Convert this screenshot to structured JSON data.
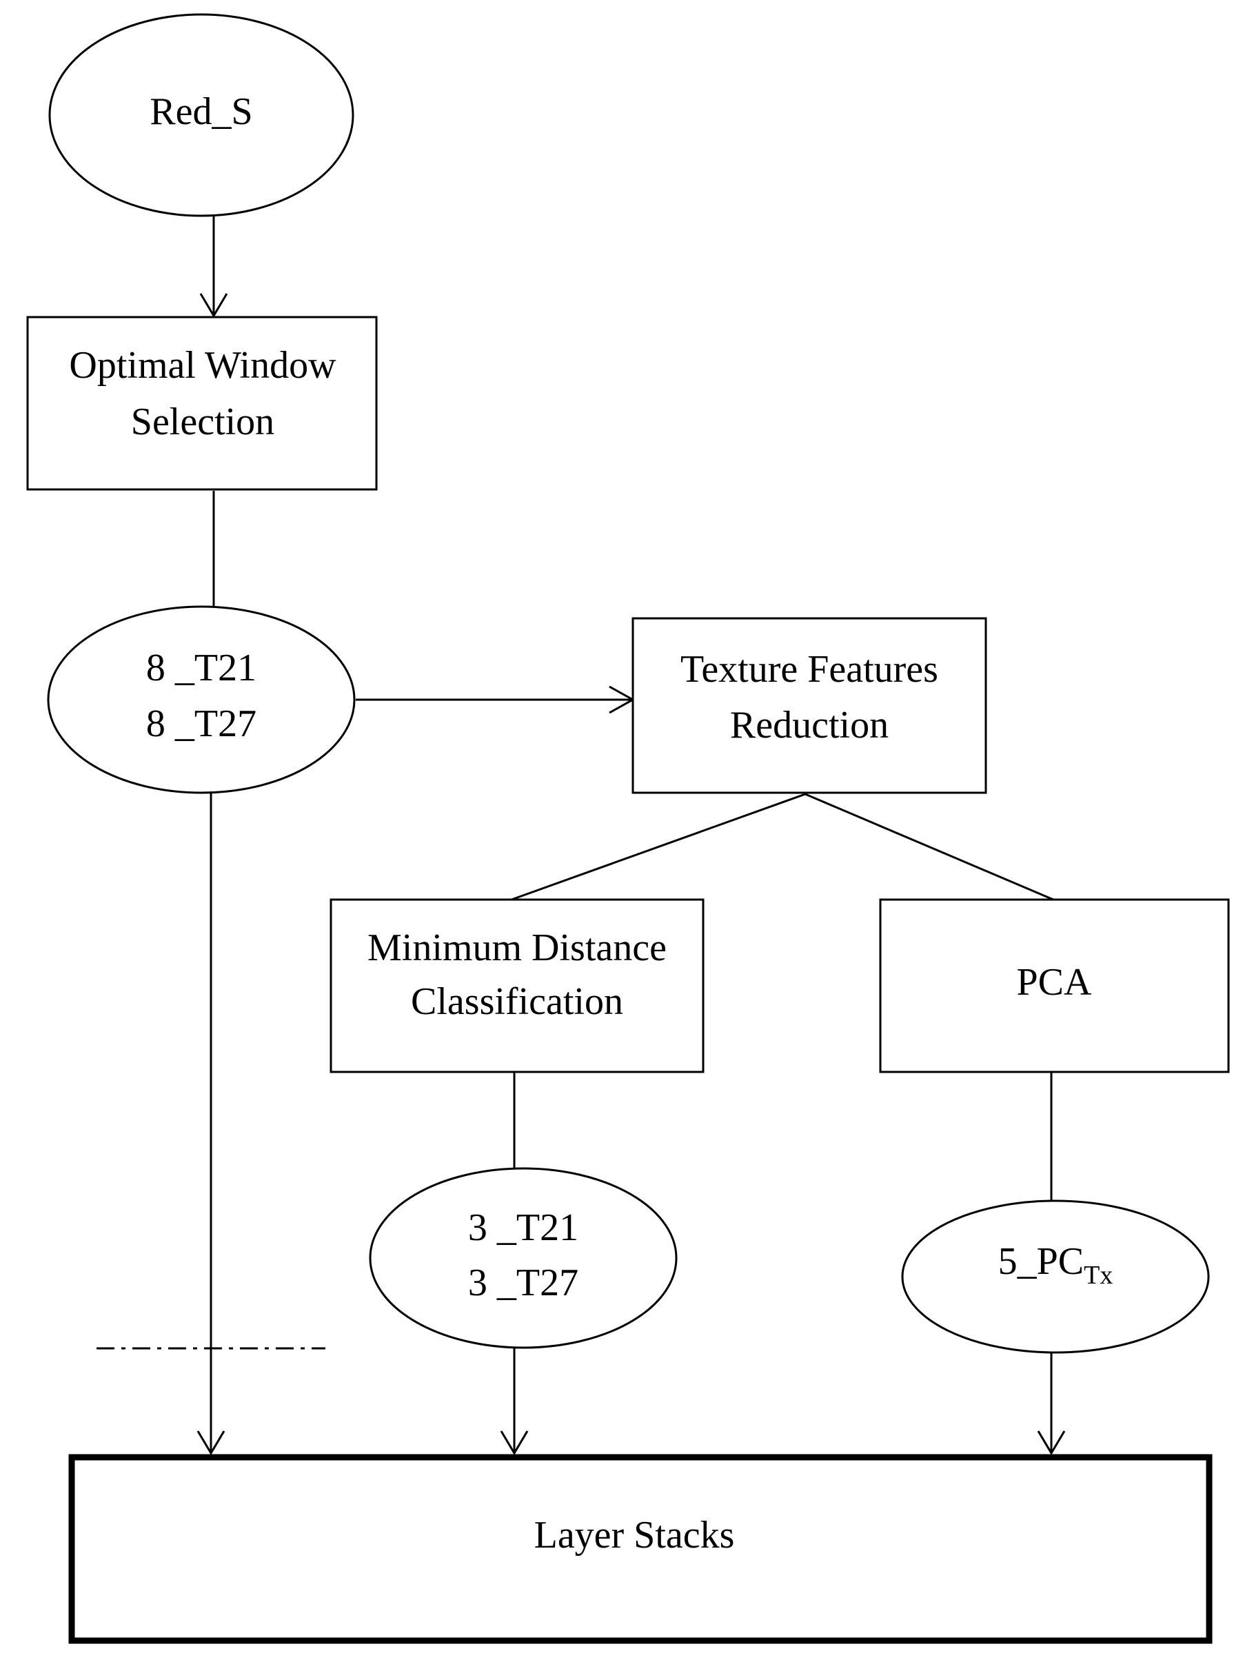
{
  "colors": {
    "background": "#ffffff",
    "stroke": "#000000",
    "text": "#000000"
  },
  "nodes": {
    "red_s": {
      "shape": "ellipse",
      "label": "Red_S"
    },
    "optimal_window": {
      "shape": "rectangle",
      "line1": "Optimal Window",
      "line2": "Selection"
    },
    "t_8": {
      "shape": "ellipse",
      "line1": "8 _T21",
      "line2": "8 _T27"
    },
    "texture_reduction": {
      "shape": "rectangle",
      "line1": "Texture Features",
      "line2": "Reduction"
    },
    "min_distance": {
      "shape": "rectangle",
      "line1": "Minimum Distance",
      "line2": "Classification"
    },
    "pca": {
      "shape": "rectangle",
      "label": "PCA"
    },
    "t_3": {
      "shape": "ellipse",
      "line1": "3 _T21",
      "line2": "3 _T27"
    },
    "pc_tx": {
      "shape": "ellipse",
      "base": "5_PC",
      "subscript": "Tx"
    },
    "layer_stacks": {
      "shape": "rectangle",
      "label": "Layer Stacks"
    }
  },
  "edges": [
    {
      "from": "Red_S",
      "to": "Optimal Window Selection",
      "arrow": true
    },
    {
      "from": "Optimal Window Selection",
      "to": "8 _T21 / 8 _T27",
      "arrow": false
    },
    {
      "from": "8 _T21 / 8 _T27",
      "to": "Texture Features Reduction",
      "arrow": true
    },
    {
      "from": "Texture Features Reduction",
      "to": "Minimum Distance Classification",
      "arrow": false
    },
    {
      "from": "Texture Features Reduction",
      "to": "PCA",
      "arrow": false
    },
    {
      "from": "Minimum Distance Classification",
      "to": "3 _T21 / 3 _T27",
      "arrow": false
    },
    {
      "from": "PCA",
      "to": "5_PC Tx",
      "arrow": false
    },
    {
      "from": "8 _T21 / 8 _T27",
      "to": "Layer Stacks",
      "arrow": true
    },
    {
      "from": "3 _T21 / 3 _T27",
      "to": "Layer Stacks",
      "arrow": true
    },
    {
      "from": "5_PC Tx",
      "to": "Layer Stacks",
      "arrow": true
    }
  ]
}
